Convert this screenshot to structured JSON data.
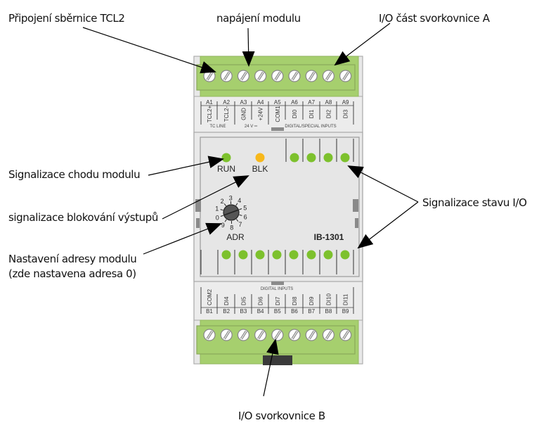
{
  "callouts": {
    "bus": "Připojení sběrnice TCL2",
    "power": "napájení modulu",
    "io_a": "I/O část svorkovnice A",
    "run": "Signalizace chodu modulu",
    "blk": "signalizace blokování výstupů",
    "adr_line1": "Nastavení adresy modulu",
    "adr_line2": "(zde nastavena adresa 0)",
    "io_status": "Signalizace stavu I/O",
    "io_b": "I/O svorkovnice B"
  },
  "module": {
    "model": "IB-1301",
    "run_label": "RUN",
    "blk_label": "BLK",
    "adr_label": "ADR",
    "address_value": 0,
    "dial_digits": [
      "0",
      "1",
      "2",
      "3",
      "4",
      "5",
      "6",
      "7",
      "8",
      "9"
    ],
    "top_terminals": [
      {
        "pin": "A1",
        "signal": "TCL2+"
      },
      {
        "pin": "A2",
        "signal": "TCL2-"
      },
      {
        "pin": "A3",
        "signal": "GND"
      },
      {
        "pin": "A4",
        "signal": "+24V"
      },
      {
        "pin": "A5",
        "signal": "COM1"
      },
      {
        "pin": "A6",
        "signal": "DI0"
      },
      {
        "pin": "A7",
        "signal": "DI1"
      },
      {
        "pin": "A8",
        "signal": "DI2"
      },
      {
        "pin": "A9",
        "signal": "DI3"
      }
    ],
    "top_groups": {
      "tc_line": "TC LINE",
      "power": "24 V",
      "digital_special": "DIGITAL/SPECIAL INPUTS"
    },
    "bottom_terminals": [
      {
        "pin": "B1",
        "signal": "COM2"
      },
      {
        "pin": "B2",
        "signal": "DI4"
      },
      {
        "pin": "B3",
        "signal": "DI5"
      },
      {
        "pin": "B4",
        "signal": "DI6"
      },
      {
        "pin": "B5",
        "signal": "DI7"
      },
      {
        "pin": "B6",
        "signal": "DI8"
      },
      {
        "pin": "B7",
        "signal": "DI9"
      },
      {
        "pin": "B8",
        "signal": "DI10"
      },
      {
        "pin": "B9",
        "signal": "DI11"
      }
    ],
    "bottom_group": "DIGITAL INPUTS",
    "colors": {
      "terminal_green": "#a6cf6e",
      "led_green": "#7dc12d",
      "led_yellow": "#f7b81b",
      "body": "#e9e9e9",
      "panel": "#e4e4e4"
    }
  }
}
